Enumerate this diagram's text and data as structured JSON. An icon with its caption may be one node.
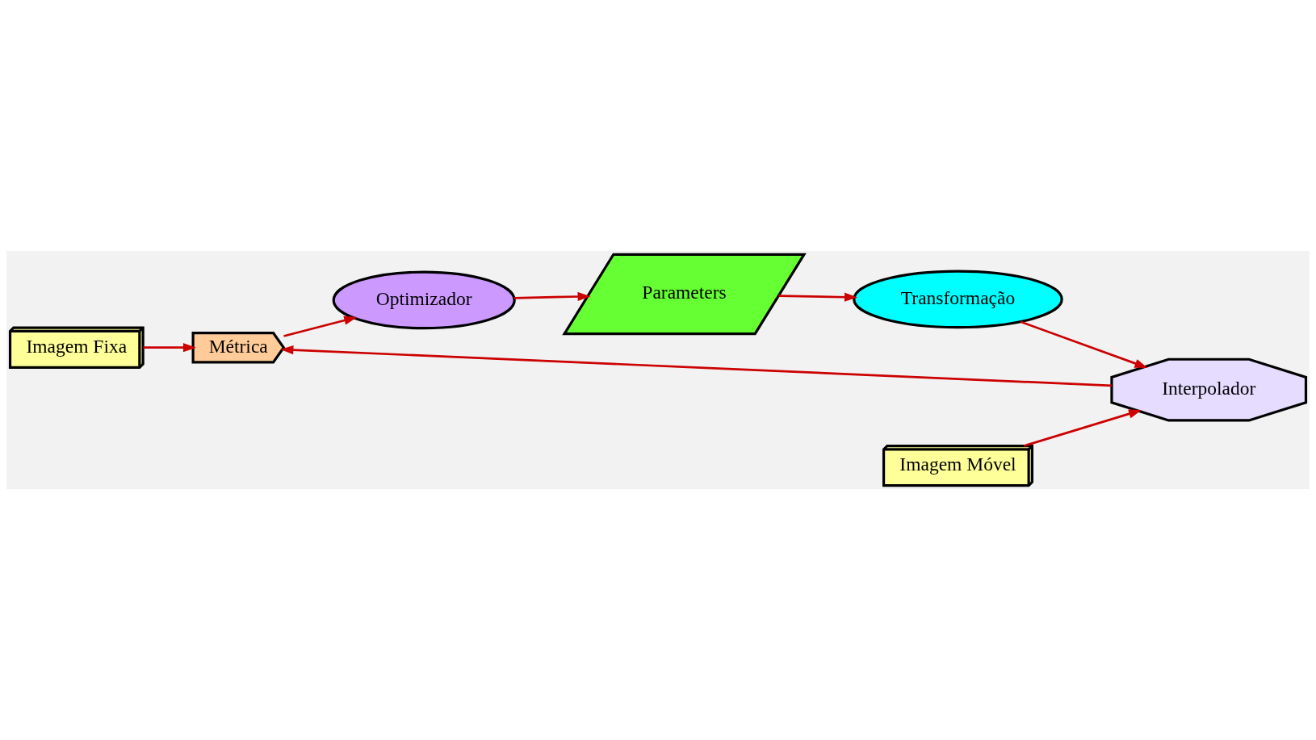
{
  "diagram": {
    "nodes": [
      {
        "text": [
          "Imagem Fixa"
        ]
      },
      {
        "text": [
          "Métrica"
        ]
      },
      {
        "text": [
          "Imagem Móvel"
        ]
      },
      {
        "text": [
          "Interpolador"
        ]
      },
      {
        "text": [
          "Optimizador"
        ]
      },
      {
        "text": [
          "Transformação"
        ]
      },
      {
        "text": [
          "Parameters"
        ]
      }
    ],
    "edges": [
      {
        "from": 0,
        "to": 1,
        "arrow": "to"
      },
      {
        "from": 2,
        "to": 3,
        "arrow": "to"
      },
      {
        "from": 3,
        "to": 1,
        "arrow": "to"
      },
      {
        "from": 1,
        "to": 4,
        "arrow": "to"
      },
      {
        "from": 4,
        "to": 6,
        "arrow": "to"
      },
      {
        "from": 6,
        "to": 5,
        "arrow": "to"
      },
      {
        "from": 5,
        "to": 3,
        "arrow": "to"
      }
    ]
  }
}
